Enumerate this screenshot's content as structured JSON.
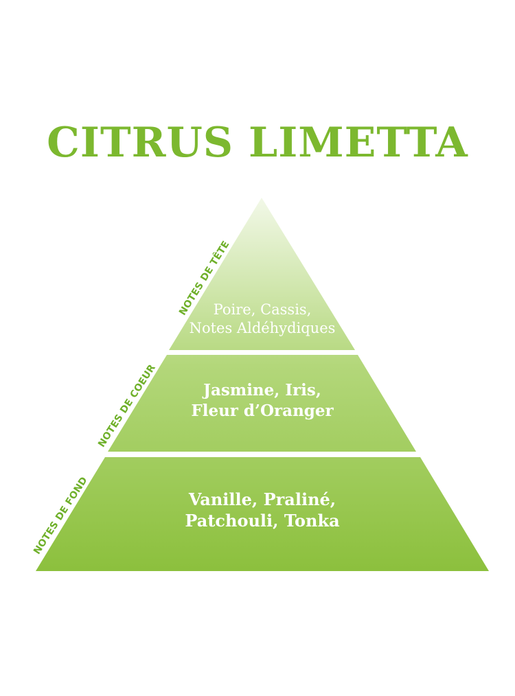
{
  "title": "CITRUS LIMETTA",
  "tiers": [
    {
      "label": "NOTES DE TÊTE",
      "lines": [
        "Poire, Cassis,",
        "Notes Aldéhydiques"
      ]
    },
    {
      "label": "NOTES DE COEUR",
      "lines": [
        "Jasmine, Iris,",
        "Fleur d’Oranger"
      ]
    },
    {
      "label": "NOTES DE FOND",
      "lines": [
        "Vanille, Praliné,",
        "Patchouli, Tonka"
      ]
    }
  ],
  "colors": {
    "title": "#7cb82f",
    "label": "#6fb02a",
    "pyramid_top": "#f2f8e8",
    "pyramid_mid": "#b3d77a",
    "pyramid_bottom": "#8cc03d",
    "note_text": "#ffffff"
  }
}
